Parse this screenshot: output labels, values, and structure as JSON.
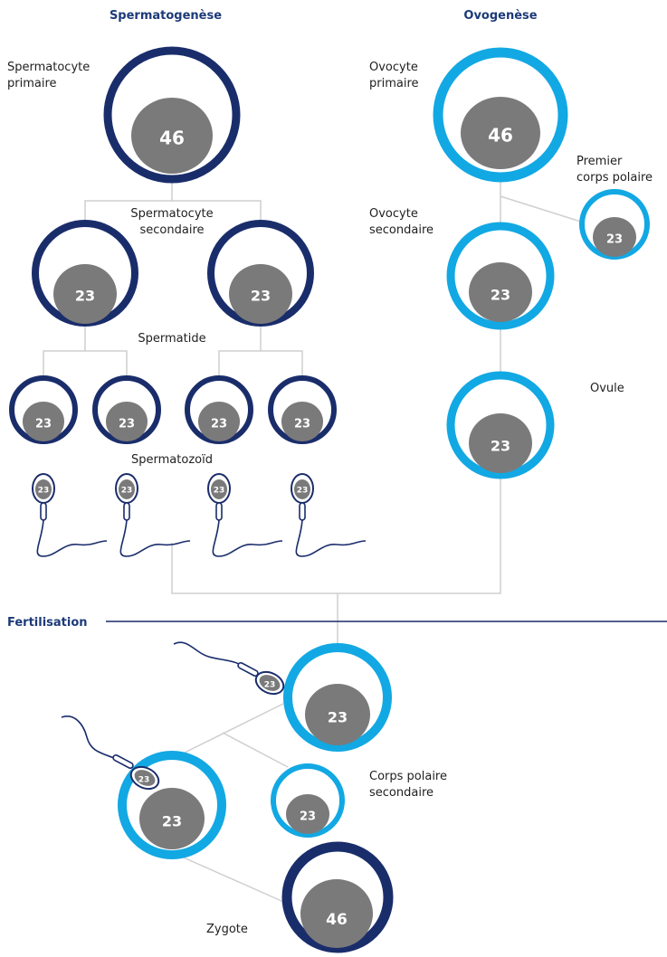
{
  "headers": {
    "spermatogenesis": "Spermatogenèse",
    "oogenesis": "Ovogenèse",
    "fertilisation": "Fertilisation"
  },
  "labels": {
    "primary_spermatocyte_line1": "Spermatocyte",
    "primary_spermatocyte_line2": "primaire",
    "secondary_spermatocyte_line1": "Spermatocyte",
    "secondary_spermatocyte_line2": "secondaire",
    "spermatid": "Spermatide",
    "spermatozoon": "Spermatozoïd",
    "primary_oocyte_line1": "Ovocyte",
    "primary_oocyte_line2": "primaire",
    "secondary_oocyte_line1": "Ovocyte",
    "secondary_oocyte_line2": "secondaire",
    "first_polar_body_line1": "Premier",
    "first_polar_body_line2": "corps polaire",
    "ovum": "Ovule",
    "second_polar_body_line1": "Corps polaire",
    "second_polar_body_line2": "secondaire",
    "zygote": "Zygote"
  },
  "chromosome_counts": {
    "primary_spermatocyte": "46",
    "secondary_spermatocyte_left": "23",
    "secondary_spermatocyte_right": "23",
    "spermatid_1": "23",
    "spermatid_2": "23",
    "spermatid_3": "23",
    "spermatid_4": "23",
    "sperm_1": "23",
    "sperm_2": "23",
    "sperm_3": "23",
    "sperm_4": "23",
    "primary_oocyte": "46",
    "first_polar_body": "23",
    "secondary_oocyte": "23",
    "ovum": "23",
    "fert_oocyte": "23",
    "fert_sperm_top": "23",
    "fert_sperm_left": "23",
    "fert_egg_nucleus": "23",
    "second_polar_body": "23",
    "zygote": "46"
  },
  "colors": {
    "male_cell": "#1a2d6b",
    "female_cell": "#12a8e3",
    "nucleus": "#7a7a7a",
    "connector": "#cfcfcf",
    "header_text": "#1c3a78"
  }
}
